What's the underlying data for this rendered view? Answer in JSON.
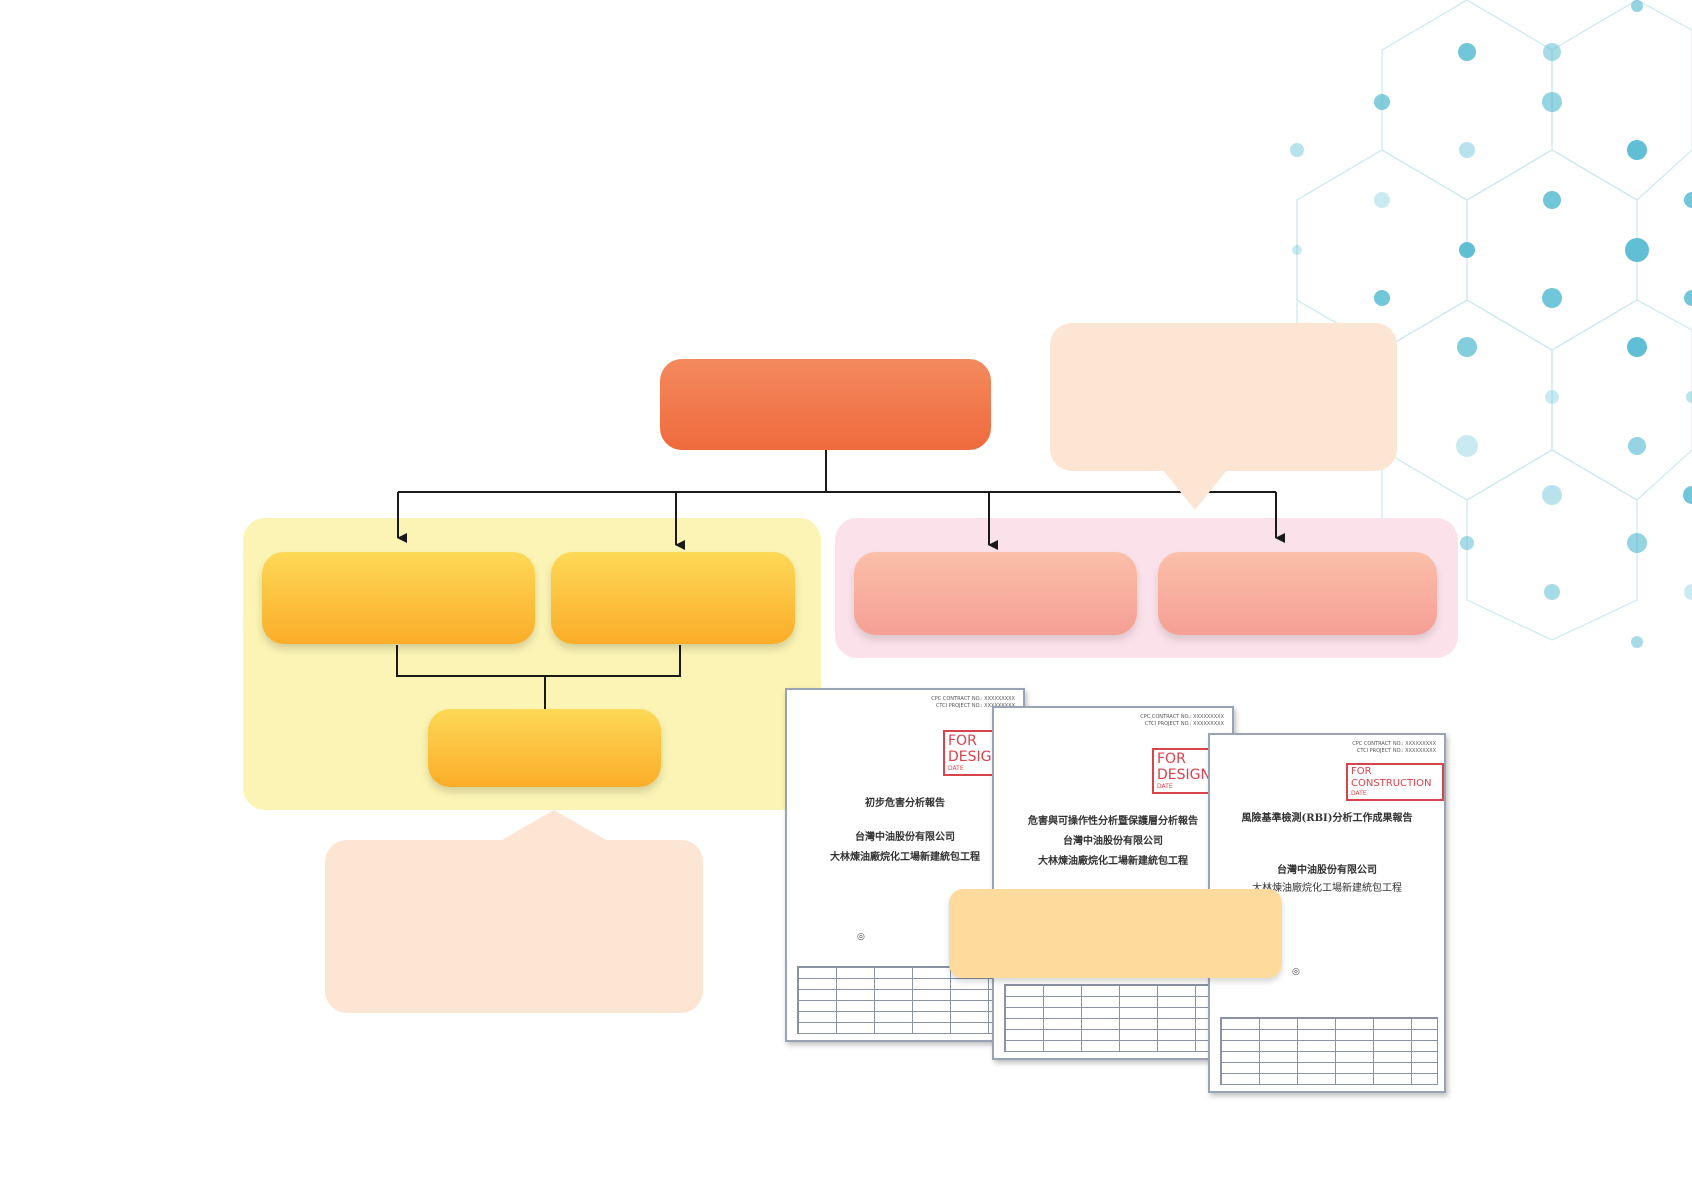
{
  "diagram": {
    "root": {
      "label": ""
    },
    "left_group": {
      "items": [
        {
          "label": ""
        },
        {
          "label": ""
        }
      ],
      "merged": {
        "label": ""
      }
    },
    "right_group": {
      "items": [
        {
          "label": ""
        },
        {
          "label": ""
        }
      ]
    },
    "callout_top_right": {
      "text": ""
    },
    "callout_bottom_left": {
      "text": ""
    },
    "document_caption": {
      "text": ""
    }
  },
  "documents": [
    {
      "header_lines": [
        "CPC CONTRACT NO.: XXXXXXXXX",
        "CTCI PROJECT NO.: XXXXXXXXX"
      ],
      "stamp": "FOR DESIGN",
      "stamp_date": "DATE",
      "titles": [
        "初步危害分析報告",
        "台灣中油股份有限公司",
        "大林煉油廠烷化工場新建統包工程"
      ]
    },
    {
      "header_lines": [
        "CPC CONTRACT NO.: XXXXXXXXX",
        "CTCI PROJECT NO.: XXXXXXXXX"
      ],
      "stamp": "FOR DESIGN",
      "stamp_date": "DATE",
      "titles": [
        "危害與可操作性分析暨保護層分析報告",
        "台灣中油股份有限公司",
        "大林煉油廠烷化工場新建統包工程"
      ]
    },
    {
      "header_lines": [
        "CPC CONTRACT NO.: XXXXXXXXX",
        "CTCI PROJECT NO.: XXXXXXXXX"
      ],
      "stamp": "FOR CONSTRUCTION",
      "stamp_date": "DATE",
      "titles": [
        "風險基準檢測(RBI)分析工作成果報告",
        "台灣中油股份有限公司",
        "大林煉油廠烷化工場新建統包工程"
      ]
    }
  ],
  "colors": {
    "root": "#ef6a3d",
    "yellow_box": "#fbad28",
    "pink_box": "#f59f95",
    "yellow_group": "#fbf4b4",
    "pink_group": "#fbe1e9",
    "callout": "#fde5d3",
    "network_dots": "#4fb8cf"
  }
}
